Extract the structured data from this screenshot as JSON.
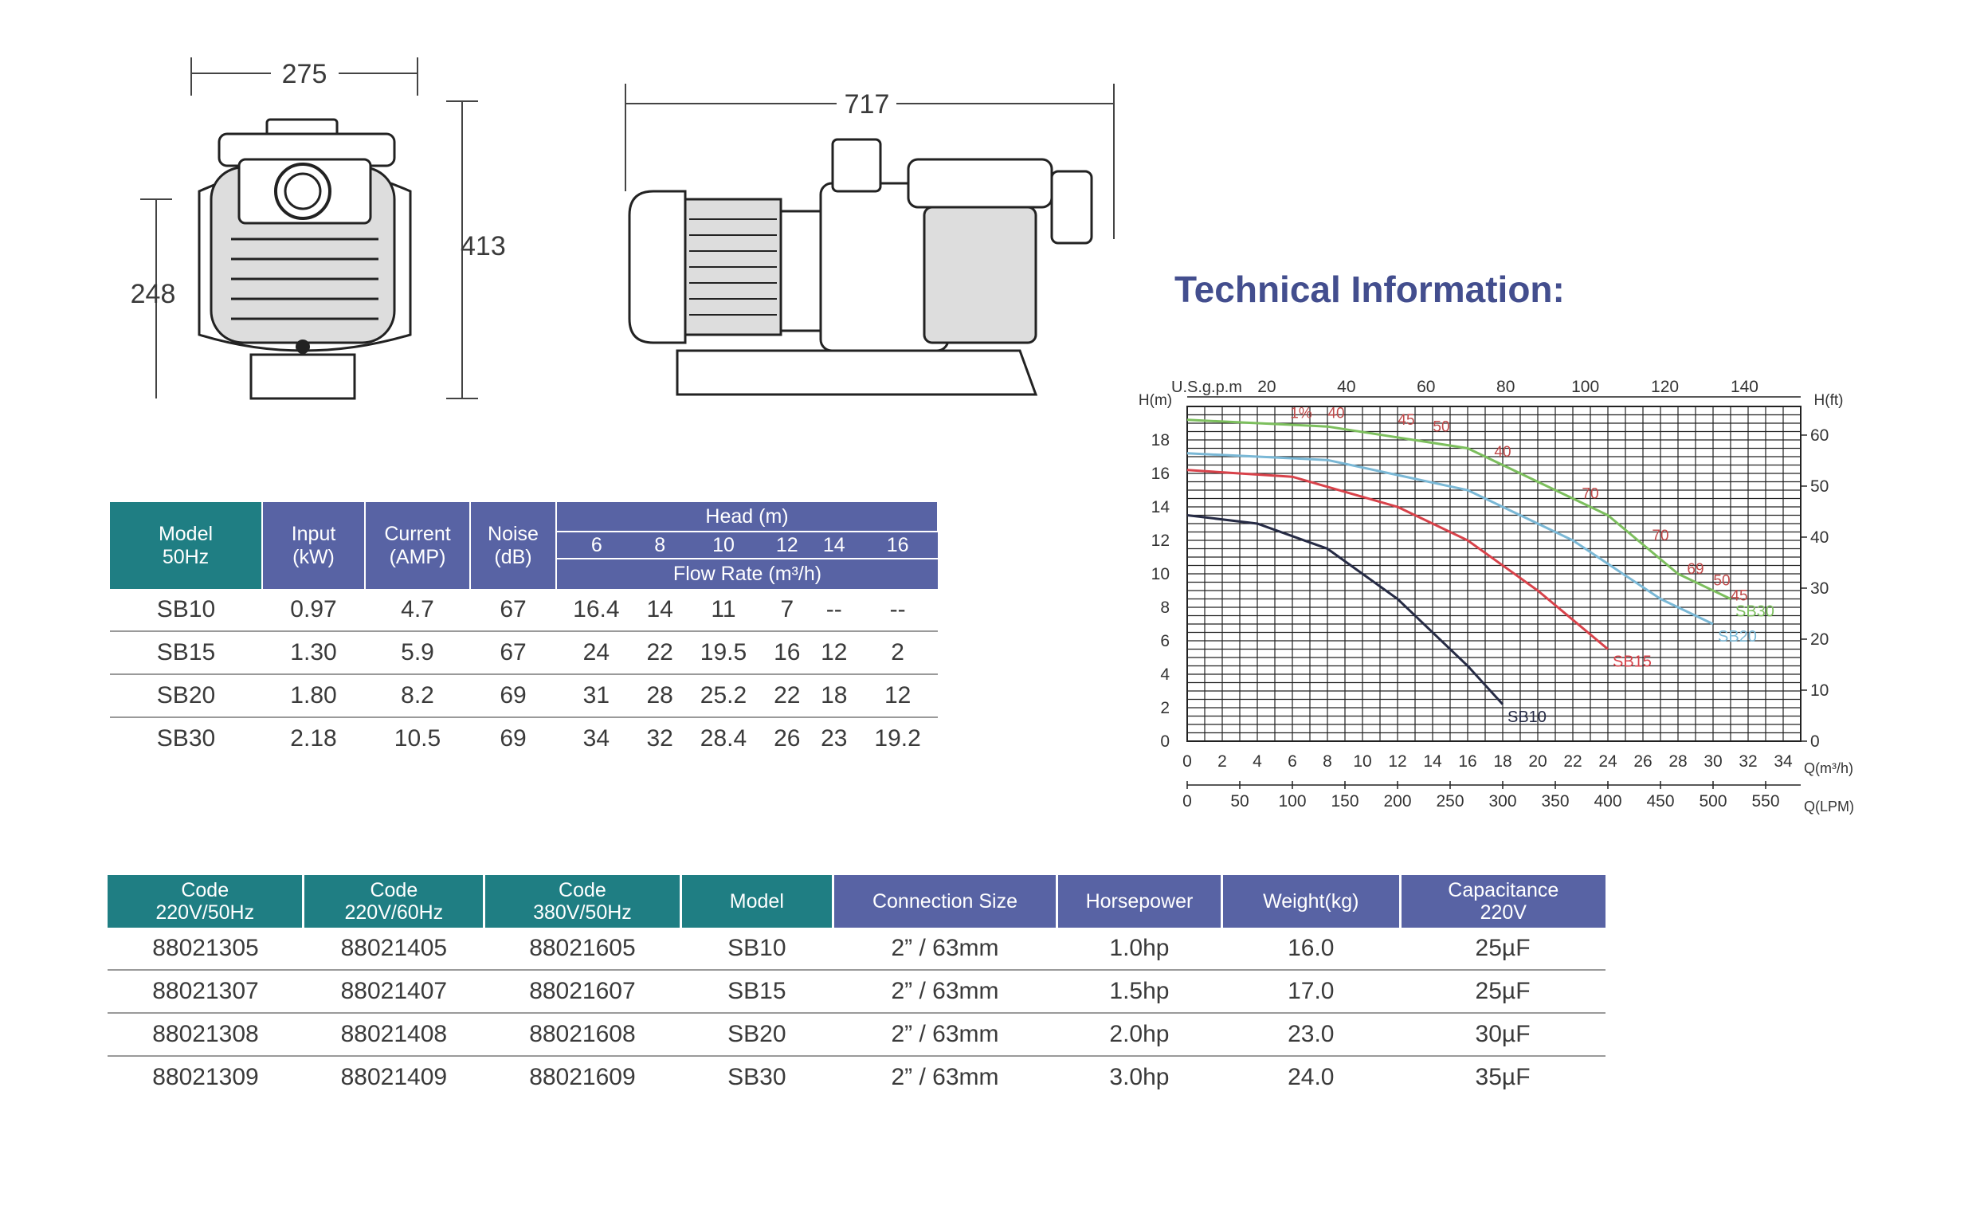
{
  "dimensions": {
    "front_width": "275",
    "front_height": "413",
    "front_axis_height": "248",
    "side_length": "717"
  },
  "tech_title": "Technical Information:",
  "perf_table": {
    "model_header": [
      "Model",
      "50Hz"
    ],
    "input_header": [
      "Input",
      "(kW)"
    ],
    "current_header": [
      "Current",
      "(AMP)"
    ],
    "noise_header": [
      "Noise",
      "(dB)"
    ],
    "head_header": "Head (m)",
    "heads": [
      "6",
      "8",
      "10",
      "12",
      "14",
      "16"
    ],
    "flow_header": "Flow Rate (m³/h)",
    "rows": [
      {
        "model": "SB10",
        "input": "0.97",
        "current": "4.7",
        "noise": "67",
        "flow": [
          "16.4",
          "14",
          "11",
          "7",
          "--",
          "--"
        ]
      },
      {
        "model": "SB15",
        "input": "1.30",
        "current": "5.9",
        "noise": "67",
        "flow": [
          "24",
          "22",
          "19.5",
          "16",
          "12",
          "2"
        ]
      },
      {
        "model": "SB20",
        "input": "1.80",
        "current": "8.2",
        "noise": "69",
        "flow": [
          "31",
          "28",
          "25.2",
          "22",
          "18",
          "12"
        ]
      },
      {
        "model": "SB30",
        "input": "2.18",
        "current": "10.5",
        "noise": "69",
        "flow": [
          "34",
          "32",
          "28.4",
          "26",
          "23",
          "19.2"
        ]
      }
    ]
  },
  "code_table": {
    "headers": [
      [
        "Code",
        "220V/50Hz"
      ],
      [
        "Code",
        "220V/60Hz"
      ],
      [
        "Code",
        "380V/50Hz"
      ],
      [
        "Model"
      ],
      [
        "Connection Size"
      ],
      [
        "Horsepower"
      ],
      [
        "Weight(kg)"
      ],
      [
        "Capacitance",
        "220V"
      ]
    ],
    "rows": [
      [
        "88021305",
        "88021405",
        "88021605",
        "SB10",
        "2” / 63mm",
        "1.0hp",
        "16.0",
        "25µF"
      ],
      [
        "88021307",
        "88021407",
        "88021607",
        "SB15",
        "2” / 63mm",
        "1.5hp",
        "17.0",
        "25µF"
      ],
      [
        "88021308",
        "88021408",
        "88021608",
        "SB20",
        "2” / 63mm",
        "2.0hp",
        "23.0",
        "30µF"
      ],
      [
        "88021309",
        "88021409",
        "88021609",
        "SB30",
        "2” / 63mm",
        "3.0hp",
        "24.0",
        "35µF"
      ]
    ]
  },
  "chart_data": {
    "type": "line",
    "xlabel": "Q(m³/h)",
    "xlabel2": "Q(LPM)",
    "xlabel_top": "U.S.g.p.m",
    "ylabel": "H(m)",
    "ylabel_right": "H(ft)",
    "x_ticks": [
      "0",
      "2",
      "4",
      "6",
      "8",
      "10",
      "12",
      "14",
      "16",
      "18",
      "20",
      "22",
      "24",
      "26",
      "28",
      "30",
      "32",
      "34"
    ],
    "lpm_ticks": [
      "0",
      "50",
      "100",
      "150",
      "200",
      "250",
      "300",
      "350",
      "400",
      "450",
      "500",
      "550"
    ],
    "gpm_ticks": [
      "20",
      "40",
      "60",
      "80",
      "100",
      "120",
      "140"
    ],
    "y_ticks": [
      "0",
      "2",
      "4",
      "6",
      "8",
      "10",
      "12",
      "14",
      "16",
      "18"
    ],
    "ft_ticks": [
      "0",
      "10",
      "20",
      "30",
      "40",
      "50",
      "60"
    ],
    "xlim": [
      0,
      35
    ],
    "ylim": [
      0,
      20
    ],
    "grid": true,
    "series": [
      {
        "name": "SB10",
        "color": "#262b45",
        "x": [
          0,
          4,
          8,
          12,
          16,
          18
        ],
        "y": [
          13.5,
          13,
          11.5,
          8.5,
          4.5,
          2.2
        ]
      },
      {
        "name": "SB15",
        "color": "#d8424a",
        "x": [
          0,
          6,
          12,
          16,
          20,
          24
        ],
        "y": [
          16.2,
          15.8,
          14,
          12,
          9,
          5.5
        ]
      },
      {
        "name": "SB20",
        "color": "#7ab8d6",
        "x": [
          0,
          8,
          16,
          22,
          27,
          30
        ],
        "y": [
          17.2,
          16.8,
          15,
          12,
          8.5,
          7
        ]
      },
      {
        "name": "SB30",
        "color": "#7cbf5d",
        "x": [
          0,
          8,
          16,
          24,
          28,
          31
        ],
        "y": [
          19.2,
          18.8,
          17.5,
          13.5,
          10,
          8.5
        ]
      }
    ],
    "efficiency_labels": [
      "1%",
      "40",
      "45",
      "50",
      "40",
      "70",
      "70",
      "69",
      "50",
      "45"
    ]
  }
}
